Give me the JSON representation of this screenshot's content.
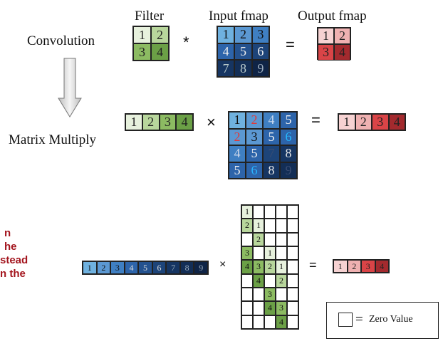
{
  "colors": {
    "g1": "#e7f1dd",
    "g2": "#b8d69c",
    "g3": "#8cbb62",
    "g4": "#6ba046",
    "b1": "#6fb1df",
    "b2": "#5b98d2",
    "b3": "#3f7fc2",
    "b4": "#2d64aa",
    "b5": "#24528f",
    "b6": "#1d4479",
    "b7": "#163562",
    "b8": "#132e56",
    "b9": "#0f2446",
    "r1": "#f6d2d2",
    "r2": "#efb1b1",
    "r3": "#d94447",
    "r4": "#a32a2e",
    "accent_red": "#a3141d"
  },
  "row1": {
    "label": "Convolution",
    "filter_title": "Filter",
    "input_title": "Input fmap",
    "output_title": "Output fmap",
    "op1": "*",
    "op2": "=",
    "filter": [
      "1",
      "2",
      "3",
      "4"
    ],
    "input": [
      "1",
      "2",
      "3",
      "4",
      "5",
      "6",
      "7",
      "8",
      "9"
    ],
    "output": [
      "1",
      "2",
      "3",
      "4"
    ]
  },
  "row2": {
    "label": "Matrix Multiply",
    "op1": "×",
    "op2": "=",
    "filter": [
      "1",
      "2",
      "3",
      "4"
    ],
    "matrix": [
      "1",
      "2",
      "4",
      "5",
      "2",
      "3",
      "5",
      "6",
      "4",
      "5",
      "7",
      "8",
      "5",
      "6",
      "8",
      "9"
    ],
    "output": [
      "1",
      "2",
      "3",
      "4"
    ]
  },
  "row3": {
    "red_lines": [
      "n",
      "he",
      "stead",
      "n the"
    ],
    "op1": "×",
    "op2": "=",
    "input": [
      "1",
      "2",
      "3",
      "4",
      "5",
      "6",
      "7",
      "8",
      "9"
    ],
    "sparse": [
      [
        "1",
        "",
        "",
        "",
        ""
      ],
      [
        "2",
        "1",
        "",
        "",
        ""
      ],
      [
        "",
        "2",
        "",
        "",
        ""
      ],
      [
        "3",
        "",
        "1",
        "",
        ""
      ],
      [
        "4",
        "3",
        "2",
        "1",
        ""
      ],
      [
        "",
        "4",
        "",
        "2",
        ""
      ],
      [
        "",
        "",
        "3",
        "",
        ""
      ],
      [
        "",
        "",
        "4",
        "3",
        ""
      ],
      [
        "",
        "",
        "",
        "4",
        ""
      ]
    ],
    "output": [
      "1",
      "2",
      "3",
      "4"
    ]
  },
  "legend": {
    "eq": "=",
    "text": "Zero Value"
  }
}
